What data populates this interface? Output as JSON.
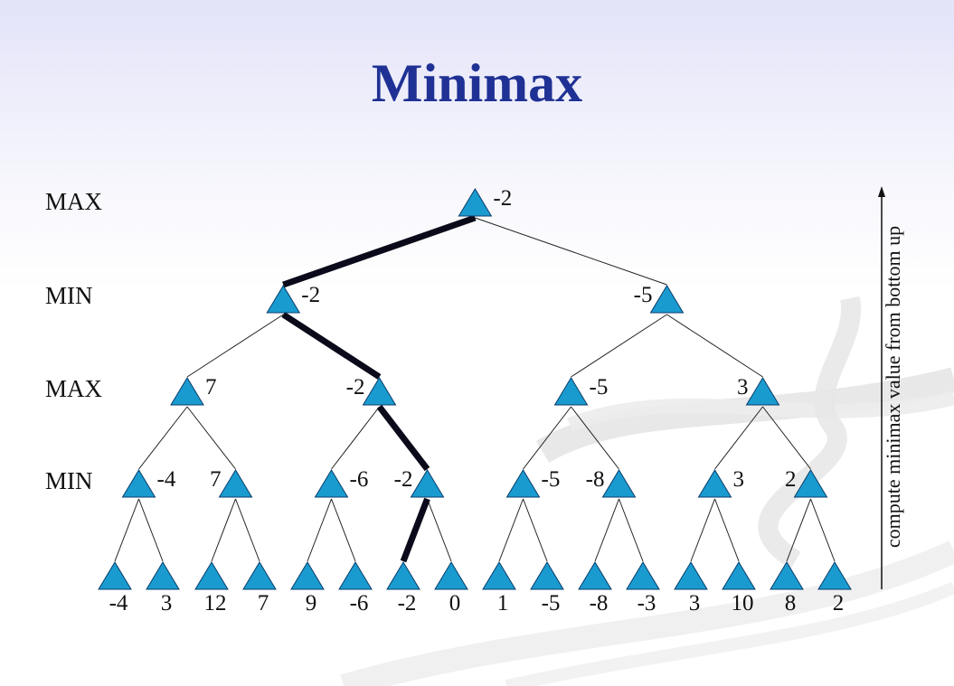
{
  "title": "Minimax",
  "level_labels": [
    "MAX",
    "MIN",
    "MAX",
    "MIN"
  ],
  "side_note": "compute minimax value from bottom up",
  "colors": {
    "title": "#1f3194",
    "node": "#1a9bcf",
    "node_outline": "#0a3d6b",
    "best_path": "#0a0a1a"
  },
  "tree": {
    "root": -2,
    "level1": [
      -2,
      -5
    ],
    "level2": [
      7,
      -2,
      -5,
      3
    ],
    "level3": [
      -4,
      7,
      -6,
      -2,
      -5,
      -8,
      3,
      2
    ],
    "leaves": [
      -4,
      3,
      12,
      7,
      9,
      -6,
      -2,
      0,
      1,
      -5,
      -8,
      -3,
      3,
      10,
      8,
      2
    ],
    "best_path_indices": [
      0,
      0,
      1,
      3,
      6
    ]
  }
}
